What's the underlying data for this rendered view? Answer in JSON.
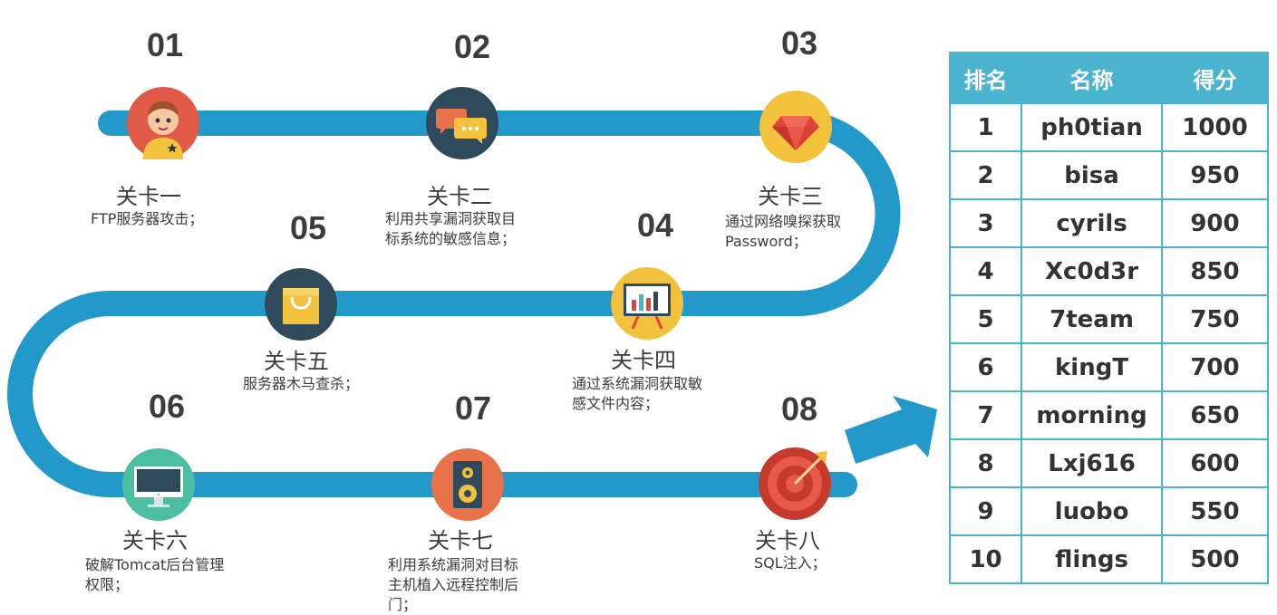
{
  "stages": [
    {
      "num": "01",
      "title": "关卡一",
      "desc": [
        "FTP服务器攻击；"
      ]
    },
    {
      "num": "02",
      "title": "关卡二",
      "desc": [
        "利用共享漏洞获取目",
        "标系统的敏感信息；"
      ]
    },
    {
      "num": "03",
      "title": "关卡三",
      "desc": [
        "通过网络嗅探获取",
        "Password；"
      ]
    },
    {
      "num": "04",
      "title": "关卡四",
      "desc": [
        "通过系统漏洞获取敏",
        "感文件内容；"
      ]
    },
    {
      "num": "05",
      "title": "关卡五",
      "desc": [
        "服务器木马查杀；"
      ]
    },
    {
      "num": "06",
      "title": "关卡六",
      "desc": [
        "破解Tomcat后台管理",
        "权限；"
      ]
    },
    {
      "num": "07",
      "title": "关卡七",
      "desc": [
        "利用系统漏洞对目标",
        "主机植入远程控制后",
        "门；"
      ]
    },
    {
      "num": "08",
      "title": "关卡八",
      "desc": [
        "SQL注入；"
      ]
    }
  ],
  "ranking": {
    "headers": [
      "排名",
      "名称",
      "得分"
    ],
    "rows": [
      [
        "1",
        "ph0tian",
        "1000"
      ],
      [
        "2",
        "bisa",
        "950"
      ],
      [
        "3",
        "cyrils",
        "900"
      ],
      [
        "4",
        "Xc0d3r",
        "850"
      ],
      [
        "5",
        "7team",
        "750"
      ],
      [
        "6",
        "kingT",
        "700"
      ],
      [
        "7",
        "morning",
        "650"
      ],
      [
        "8",
        "Lxj616",
        "600"
      ],
      [
        "9",
        "luobo",
        "550"
      ],
      [
        "10",
        "flings",
        "500"
      ]
    ]
  },
  "colors": {
    "road": "#2299c9",
    "table_header": "#4ab3cd",
    "arrow": "#2299c9",
    "text": "#3c3c3c"
  },
  "icons": [
    "person-avatar-icon",
    "chat-bubbles-icon",
    "gem-icon",
    "chart-board-icon",
    "shopping-bag-icon",
    "monitor-icon",
    "speaker-icon",
    "target-dart-icon"
  ]
}
